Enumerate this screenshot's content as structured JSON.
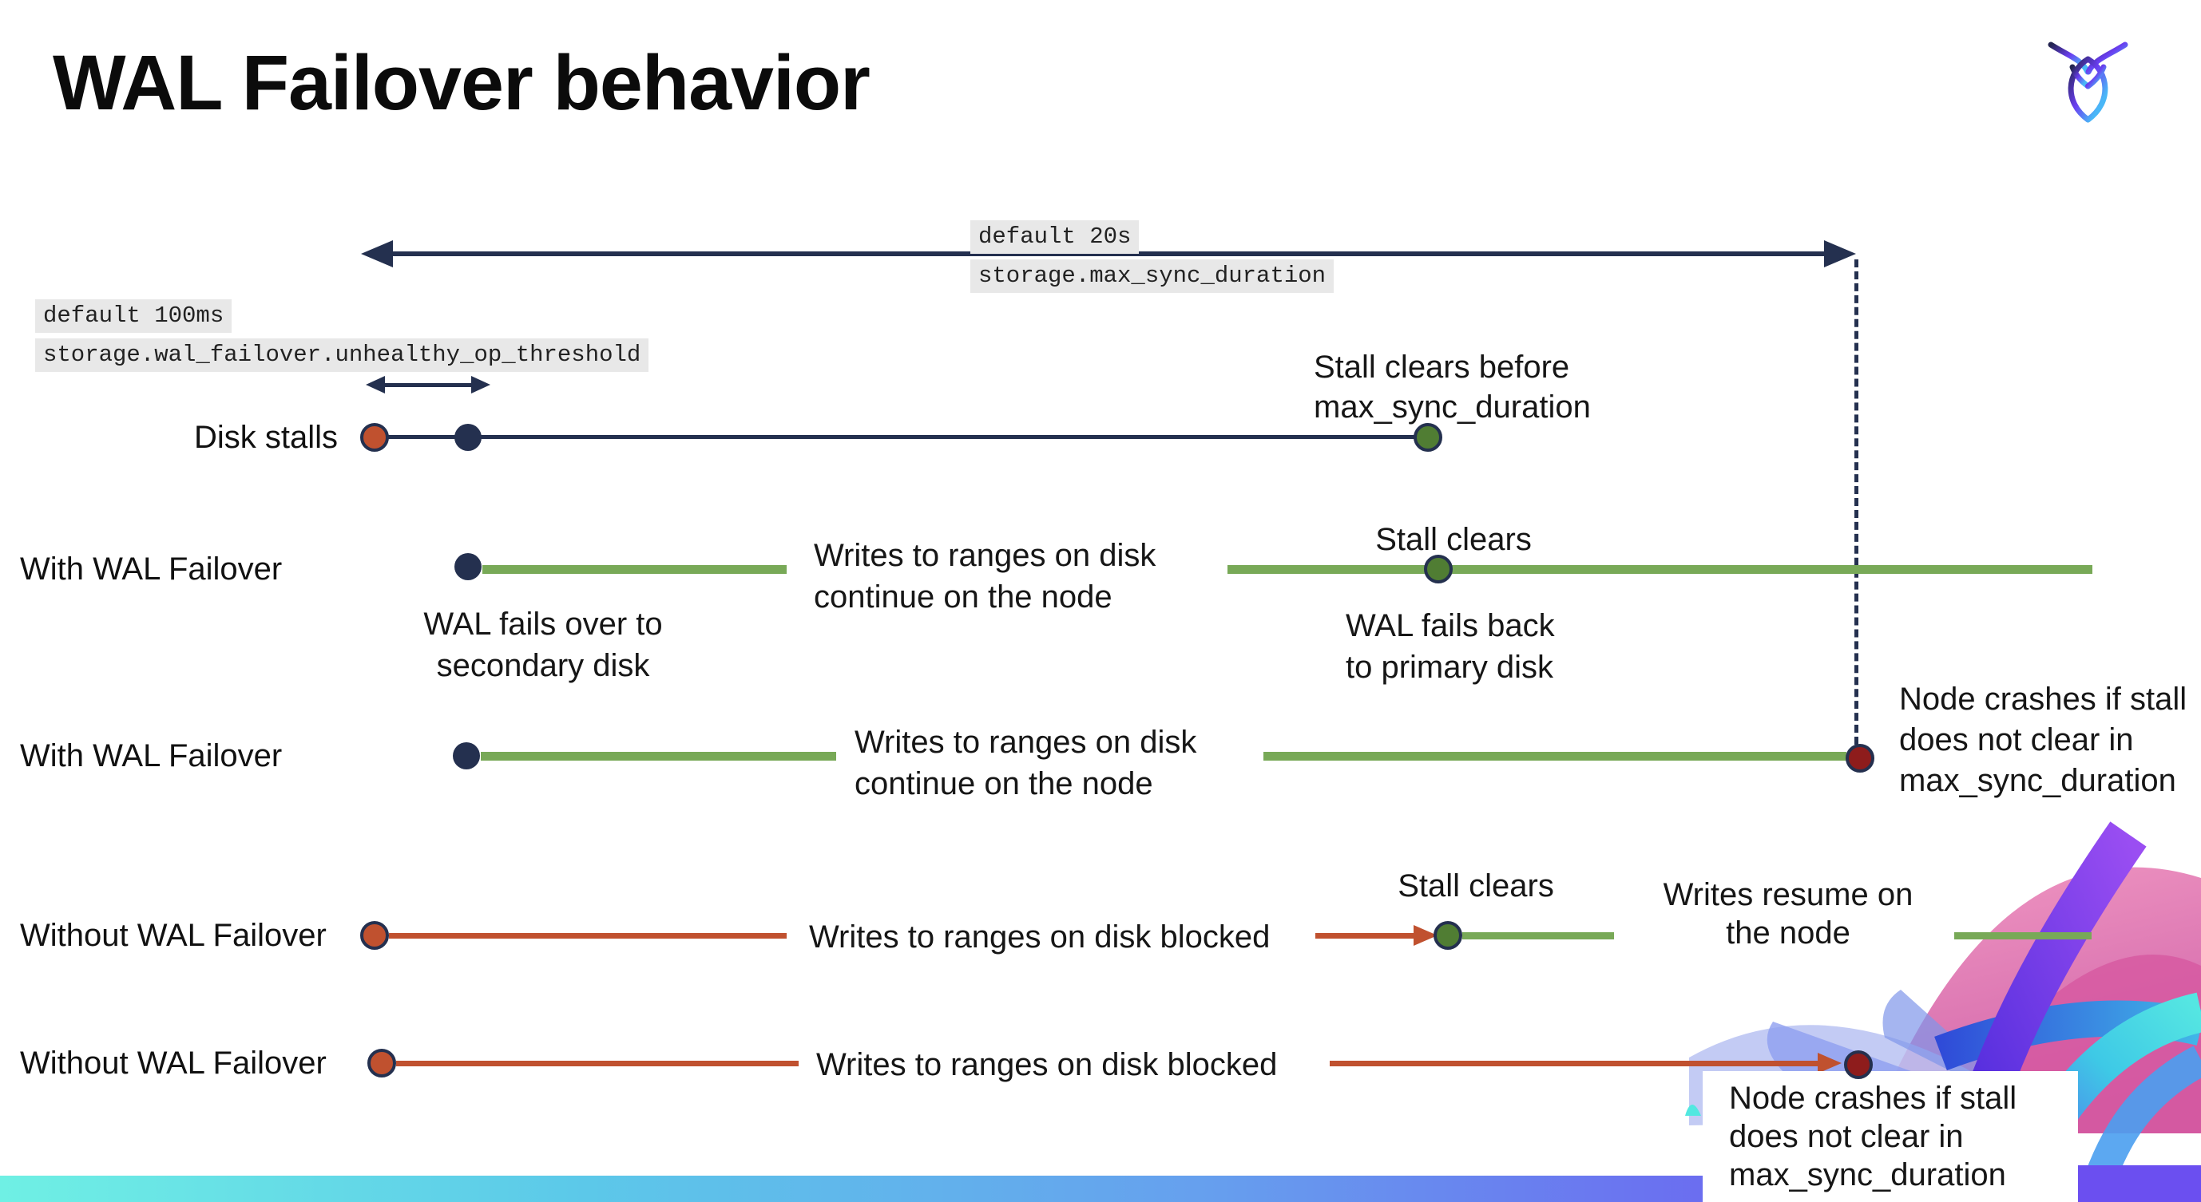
{
  "title": "WAL Failover behavior",
  "settings": {
    "max_sync": {
      "default": "default 20s",
      "name": "storage.max_sync_duration"
    },
    "threshold": {
      "default": "default 100ms",
      "name": "storage.wal_failover.unhealthy_op_threshold"
    }
  },
  "rows": {
    "disk_stalls": {
      "label": "Disk stalls",
      "stall_clears_note": [
        "Stall clears before",
        "max_sync_duration"
      ]
    },
    "with_failover_1": {
      "label": "With WAL Failover",
      "fails_over": [
        "WAL fails over to",
        "secondary disk"
      ],
      "writes_continue": [
        "Writes to ranges on disk",
        "continue on the node"
      ],
      "stall_clears": "Stall clears",
      "fails_back": [
        "WAL fails  back",
        "to primary disk"
      ]
    },
    "with_failover_2": {
      "label": "With WAL Failover",
      "writes_continue": [
        "Writes to ranges on disk",
        "continue on the node"
      ],
      "node_crashes": [
        "Node crashes if stall",
        "does not clear in",
        "max_sync_duration"
      ]
    },
    "without_failover_1": {
      "label": "Without WAL Failover",
      "writes_blocked": "Writes to ranges on disk  blocked",
      "stall_clears": "Stall clears",
      "writes_resume": [
        "Writes resume on",
        "the node"
      ]
    },
    "without_failover_2": {
      "label": "Without WAL Failover",
      "writes_blocked": "Writes to ranges on disk  blocked",
      "node_crashes": [
        "Node crashes if stall",
        "does not clear in",
        "max_sync_duration"
      ]
    }
  },
  "colors": {
    "navy": "#24304f",
    "green_line": "#78a957",
    "green_dot": "#507d33",
    "red": "#c0512f",
    "maroon": "#8e1c1c",
    "code_bg": "#e8e8e8"
  }
}
